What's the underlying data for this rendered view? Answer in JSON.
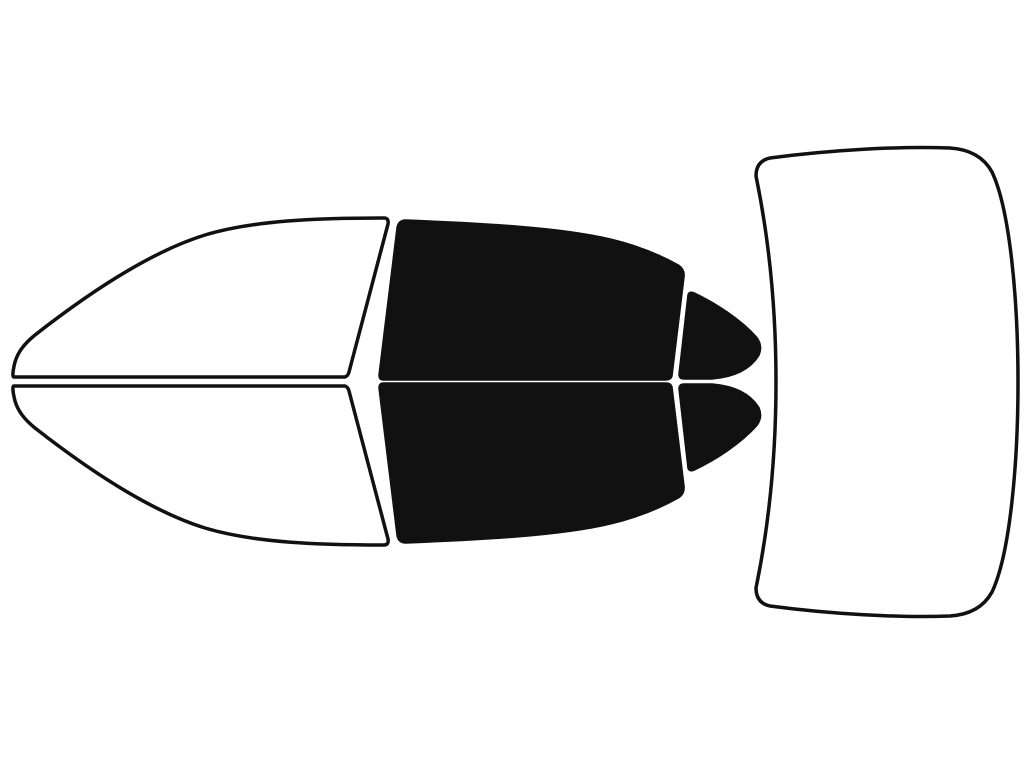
{
  "colors": {
    "background": "#ffffff",
    "outline": "#111111",
    "tinted": "#111111",
    "untinted": "#ffffff"
  },
  "panes": [
    {
      "id": "front-windshield-upper",
      "label": "",
      "tinted": false
    },
    {
      "id": "front-windshield-lower",
      "label": "",
      "tinted": false
    },
    {
      "id": "front-left-window",
      "label": "",
      "tinted": true
    },
    {
      "id": "front-right-window",
      "label": "",
      "tinted": true
    },
    {
      "id": "rear-left-quarter-window",
      "label": "",
      "tinted": true
    },
    {
      "id": "rear-right-quarter-window",
      "label": "",
      "tinted": true
    },
    {
      "id": "rear-windshield",
      "label": "",
      "tinted": false
    }
  ]
}
